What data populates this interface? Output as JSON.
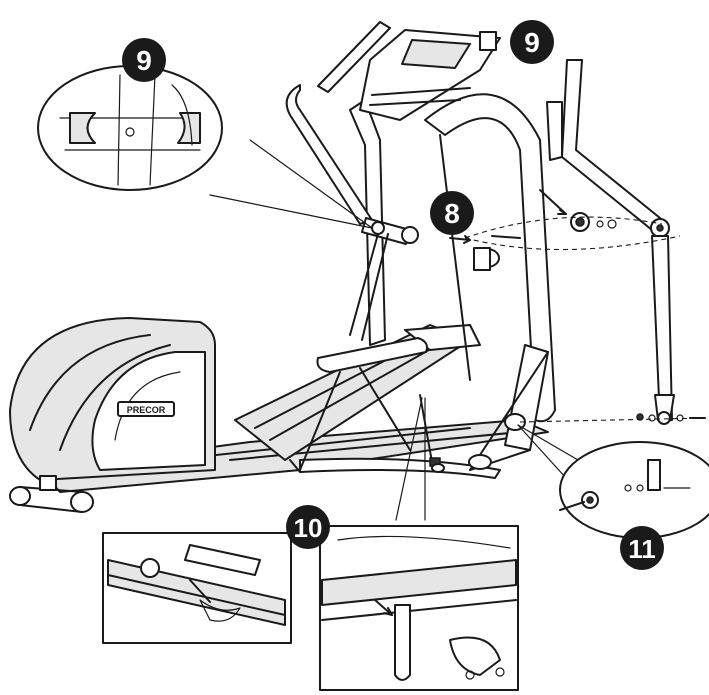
{
  "diagram": {
    "colors": {
      "ink": "#1a1a1a",
      "badge_fill": "#1a1a1a",
      "badge_text": "#ffffff",
      "panel_fill": "#e6e6e6"
    },
    "step_badges": [
      {
        "label": "9"
      },
      {
        "label": "9"
      },
      {
        "label": "8"
      },
      {
        "label": "10"
      },
      {
        "label": "11"
      }
    ],
    "brand_plate": "PRECOR"
  }
}
